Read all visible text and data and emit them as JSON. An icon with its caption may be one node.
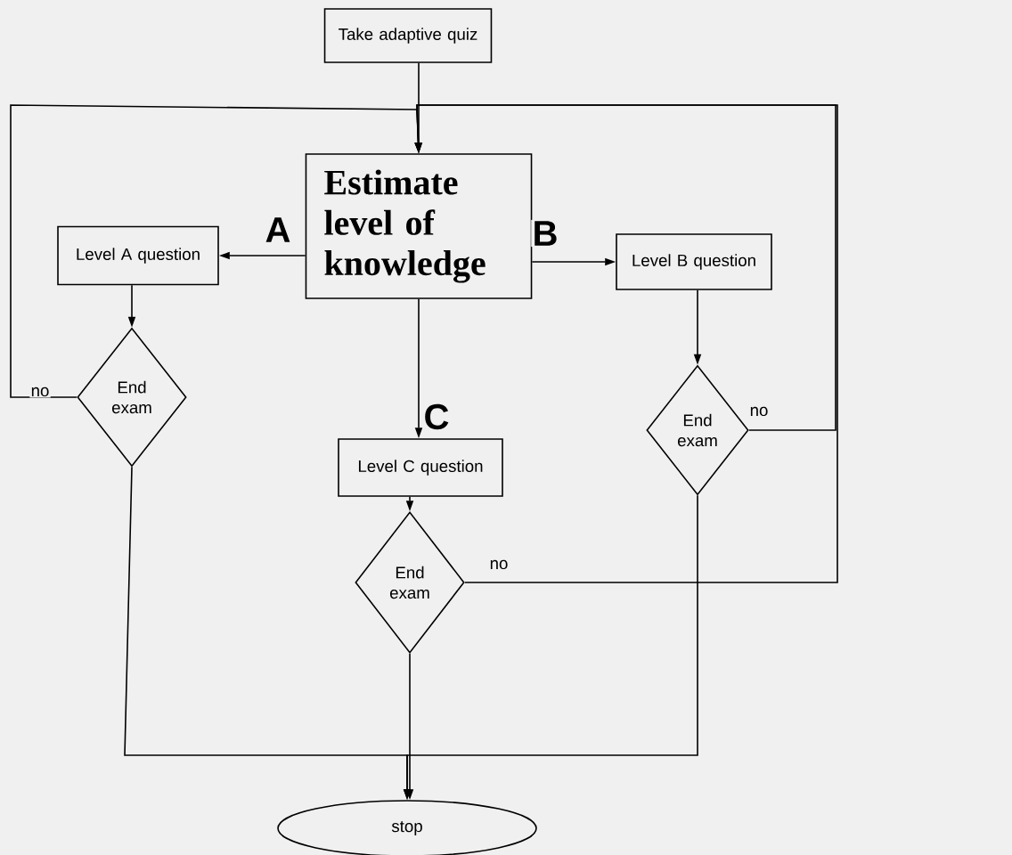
{
  "diagram": {
    "nodes": [
      {
        "text": [
          "Take adaptive quiz"
        ]
      },
      {
        "text": [
          "Estimate level of knowledge"
        ]
      },
      {
        "text": [
          "Level A question"
        ]
      },
      {
        "text": [
          "End exam"
        ]
      },
      {
        "text": [
          "Level B question"
        ]
      },
      {
        "text": [
          "End exam"
        ]
      },
      {
        "text": [
          "Level C question"
        ]
      },
      {
        "text": [
          "End exam"
        ]
      },
      {
        "text": [
          "stop"
        ]
      }
    ],
    "edges": [
      {
        "from": 0,
        "to": 1,
        "arrow": "to"
      },
      {
        "from": 1,
        "to": 2,
        "arrow": "to",
        "label": "A"
      },
      {
        "from": 1,
        "to": 4,
        "arrow": "to",
        "label": "B"
      },
      {
        "from": 1,
        "to": 6,
        "arrow": "to",
        "label": "C"
      },
      {
        "from": 2,
        "to": 3,
        "arrow": "to"
      },
      {
        "from": 4,
        "to": 5,
        "arrow": "to"
      },
      {
        "from": 6,
        "to": 7,
        "arrow": "to"
      },
      {
        "from": 3,
        "to": 1,
        "arrow": "to",
        "label": "no"
      },
      {
        "from": 5,
        "to": 1,
        "arrow": "to",
        "label": "no"
      },
      {
        "from": 7,
        "to": 1,
        "arrow": "to",
        "label": "no"
      },
      {
        "from": 3,
        "to": 8,
        "arrow": "to"
      },
      {
        "from": 7,
        "to": 8,
        "arrow": "to"
      },
      {
        "from": 5,
        "to": 8,
        "arrow": "to"
      }
    ]
  }
}
